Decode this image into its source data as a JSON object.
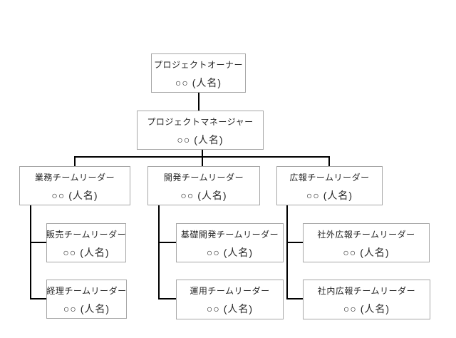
{
  "org_chart": {
    "nodes": {
      "owner": {
        "title": "プロジェクトオーナー",
        "name": "○○ (人名)"
      },
      "pm": {
        "title": "プロジェクトマネージャー",
        "name": "○○ (人名)"
      },
      "gyomu": {
        "title": "業務チームリーダー",
        "name": "○○ (人名)"
      },
      "kaihatsu": {
        "title": "開発チームリーダー",
        "name": "○○ (人名)"
      },
      "koho": {
        "title": "広報チームリーダー",
        "name": "○○ (人名)"
      },
      "hanbai": {
        "title": "販売チームリーダー",
        "name": "○○ (人名)"
      },
      "keiri": {
        "title": "経理チームリーダー",
        "name": "○○ (人名)"
      },
      "kiso": {
        "title": "基礎開発チームリーダー",
        "name": "○○ (人名)"
      },
      "unyo": {
        "title": "運用チームリーダー",
        "name": "○○ (人名)"
      },
      "shagai": {
        "title": "社外広報チームリーダー",
        "name": "○○ (人名)"
      },
      "shanai": {
        "title": "社内広報チームリーダー",
        "name": "○○ (人名)"
      }
    },
    "colors": {
      "connector": "#000000",
      "box_border": "#a6a6a6",
      "text": "#262626",
      "background": "#ffffff"
    }
  }
}
